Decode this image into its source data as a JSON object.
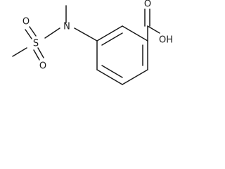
{
  "molecule": {
    "atoms": {
      "sulfur": "S",
      "nitrogen": "N",
      "sulfonyl_oxygen_top": "O",
      "sulfonyl_oxygen_bottom": "O",
      "carbonyl_oxygen": "O",
      "hydroxyl": "OH"
    }
  }
}
